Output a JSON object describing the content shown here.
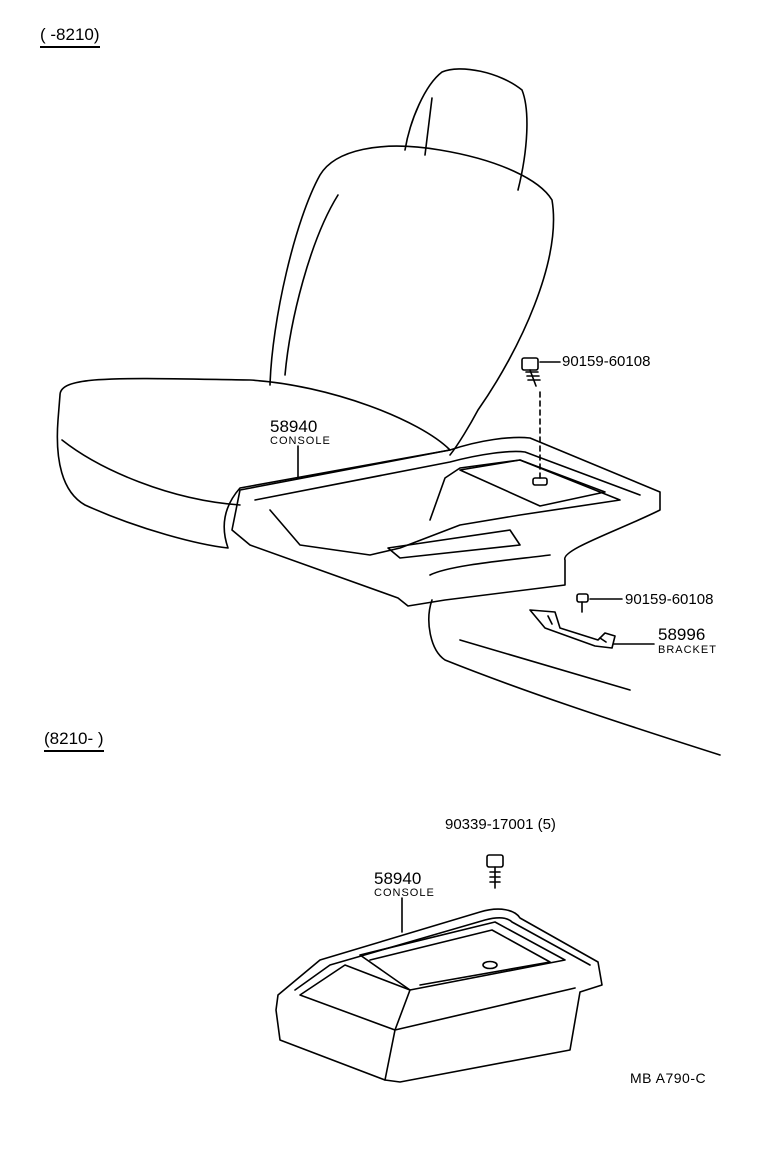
{
  "ranges": {
    "upper": "(      -8210)",
    "lower": "(8210-      )"
  },
  "parts": {
    "screw_upper": "90159-60108",
    "console_upper_no": "58940",
    "console_upper_name": "CONSOLE",
    "screw_bracket": "90159-60108",
    "bracket_no": "58996",
    "bracket_name": "BRACKET",
    "bolt_lower": "90339-17001 (5)",
    "console_lower_no": "58940",
    "console_lower_name": "CONSOLE"
  },
  "diagram_code": "MB  A790-C"
}
